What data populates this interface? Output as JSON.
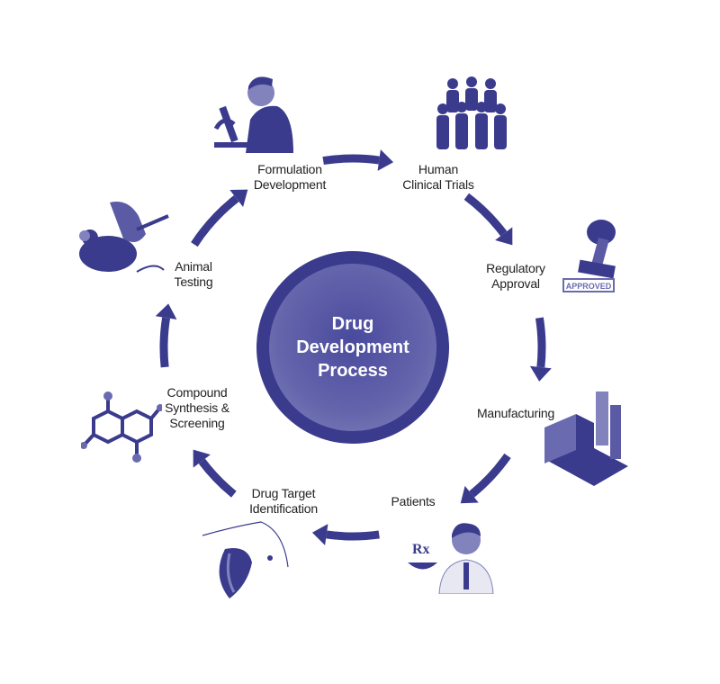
{
  "title": [
    "Drug",
    "Development",
    "Process"
  ],
  "stages": [
    {
      "id": "formulation",
      "lines": [
        "Formulation",
        "Development"
      ],
      "icon": "scientist-microscope-icon"
    },
    {
      "id": "clinical",
      "lines": [
        "Human",
        "Clinical Trials"
      ],
      "icon": "crowd-people-icon"
    },
    {
      "id": "regulatory",
      "lines": [
        "Regulatory",
        "Approval"
      ],
      "icon": "approved-stamp-icon",
      "stamp_text": "APPROVED"
    },
    {
      "id": "manufacturing",
      "lines": [
        "Manufacturing"
      ],
      "icon": "factory-machine-icon"
    },
    {
      "id": "patients",
      "lines": [
        "Patients"
      ],
      "icon": "doctor-prescription-icon",
      "rx_text": "Rx"
    },
    {
      "id": "target",
      "lines": [
        "Drug Target",
        "Identification"
      ],
      "icon": "heart-anatomy-icon"
    },
    {
      "id": "compound",
      "lines": [
        "Compound",
        "Synthesis &",
        "Screening"
      ],
      "icon": "molecule-icon"
    },
    {
      "id": "animal",
      "lines": [
        "Animal",
        "Testing"
      ],
      "icon": "lab-mouse-icon"
    }
  ],
  "colors": {
    "primary": "#3b3b8e",
    "light": "#8282bd"
  }
}
